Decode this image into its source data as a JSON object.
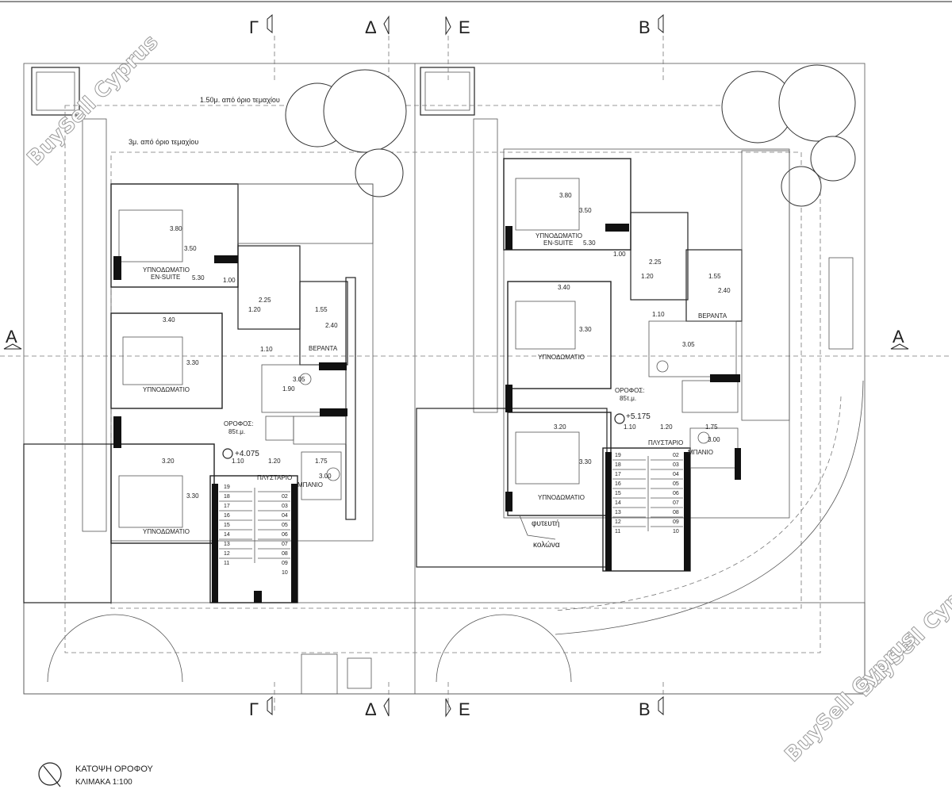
{
  "sections": {
    "top": [
      "Γ",
      "Δ",
      "Ε",
      "Β"
    ],
    "bottom": [
      "Γ",
      "Δ",
      "Ε",
      "Β"
    ],
    "side": "Α"
  },
  "setbacks": {
    "line_150": "1.50μ. από όριο τεμαχίου",
    "line_3": "3μ. από όριο τεμαχίου"
  },
  "unit_left": {
    "bedroom_ensuite": "ΥΠΝΟΔΩΜΑΤΙΟ",
    "ensuite": "EN-SUITE",
    "bedroom_2": "ΥΠΝΟΔΩΜΑΤΙΟ",
    "bedroom_3": "ΥΠΝΟΔΩΜΑΤΙΟ",
    "veranda": "ΒΕΡΑΝΤΑ",
    "floor_label": "ΟΡΟΦΟΣ:",
    "floor_area": "85τ.μ.",
    "level": "+4.075",
    "laundry": "ΠΛΥΣΤΑΡΙΟ",
    "bath": "ΜΠΑΝΙΟ",
    "dims": {
      "d1": "3.80",
      "d2": "3.50",
      "d3": "5.30",
      "d4": "1.00",
      "d5": "2.25",
      "d6": "1.20",
      "d7": "1.55",
      "d8": "2.40",
      "d9": "3.40",
      "d10": "3.30",
      "d11": "1.10",
      "d12": "3.05",
      "d13": "1.90",
      "d14": "3.20",
      "d15": "3.30",
      "d16": "1.10",
      "d17": "1.20",
      "d18": "1.75",
      "d19": "3.00"
    }
  },
  "unit_right": {
    "bedroom_ensuite": "ΥΠΝΟΔΩΜΑΤΙΟ",
    "ensuite": "EN-SUITE",
    "bedroom_2": "ΥΠΝΟΔΩΜΑΤΙΟ",
    "bedroom_3": "ΥΠΝΟΔΩΜΑΤΙΟ",
    "veranda": "ΒΕΡΑΝΤΑ",
    "floor_label": "ΟΡΟΦΟΣ:",
    "floor_area": "85τ.μ.",
    "level": "+5.175",
    "laundry": "ΠΛΥΣΤΑΡΙΟ",
    "bath": "ΜΠΑΝΙΟ",
    "planter_1": "φυτευτή",
    "planter_2": "κολώνα",
    "dims": {
      "d1": "3.80",
      "d2": "3.50",
      "d3": "5.30",
      "d4": "1.00",
      "d5": "2.25",
      "d6": "1.20",
      "d7": "1.55",
      "d8": "2.40",
      "d9": "3.40",
      "d10": "3.30",
      "d11": "1.10",
      "d12": "3.05",
      "d14": "3.20",
      "d15": "3.30",
      "d16": "1.10",
      "d17": "1.20",
      "d18": "1.75",
      "d19": "3.00"
    }
  },
  "stairs": {
    "left_col": [
      "19",
      "18",
      "17",
      "16",
      "15",
      "14",
      "13",
      "12",
      "11"
    ],
    "right_col": [
      "02",
      "03",
      "04",
      "05",
      "06",
      "07",
      "08",
      "09",
      "10"
    ]
  },
  "title_block": {
    "title": "ΚΑΤΟΨΗ ΟΡΟΦΟΥ",
    "scale": "ΚΛΙΜΑΚΑ 1:100"
  },
  "watermark": "BuySell Cyprus"
}
